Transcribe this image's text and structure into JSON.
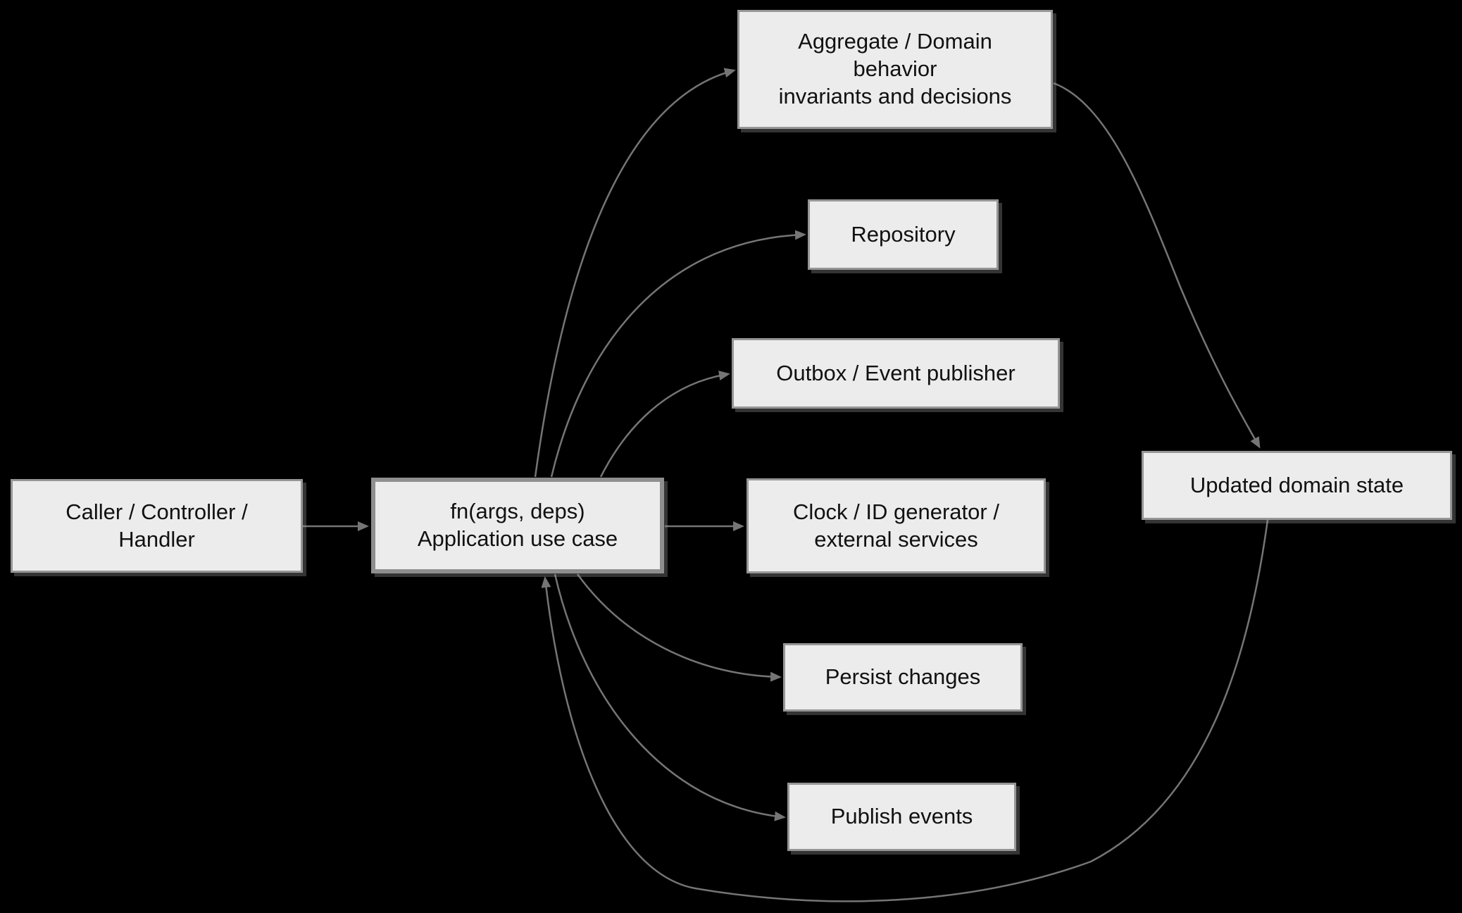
{
  "diagram": {
    "type": "flowchart",
    "background_color": "#000000",
    "node_fill_color": "#ececec",
    "node_border_color": "#969696",
    "edge_color": "#757575",
    "text_color": "#111111",
    "nodes": [
      {
        "id": "caller",
        "label": "Caller / Controller /\nHandler"
      },
      {
        "id": "fn",
        "label": "fn(args, deps)\nApplication use case",
        "emphasized": true
      },
      {
        "id": "aggregate",
        "label": "Aggregate / Domain\nbehavior\ninvariants and decisions"
      },
      {
        "id": "repository",
        "label": "Repository"
      },
      {
        "id": "outbox",
        "label": "Outbox / Event publisher"
      },
      {
        "id": "clock",
        "label": "Clock / ID generator /\nexternal services"
      },
      {
        "id": "persist",
        "label": "Persist changes"
      },
      {
        "id": "publish",
        "label": "Publish events"
      },
      {
        "id": "updated",
        "label": "Updated domain state"
      }
    ],
    "edges": [
      {
        "from": "caller",
        "to": "fn"
      },
      {
        "from": "fn",
        "to": "aggregate"
      },
      {
        "from": "fn",
        "to": "repository"
      },
      {
        "from": "fn",
        "to": "outbox"
      },
      {
        "from": "fn",
        "to": "clock"
      },
      {
        "from": "fn",
        "to": "persist"
      },
      {
        "from": "fn",
        "to": "publish"
      },
      {
        "from": "aggregate",
        "to": "updated"
      },
      {
        "from": "updated",
        "to": "fn"
      }
    ]
  }
}
